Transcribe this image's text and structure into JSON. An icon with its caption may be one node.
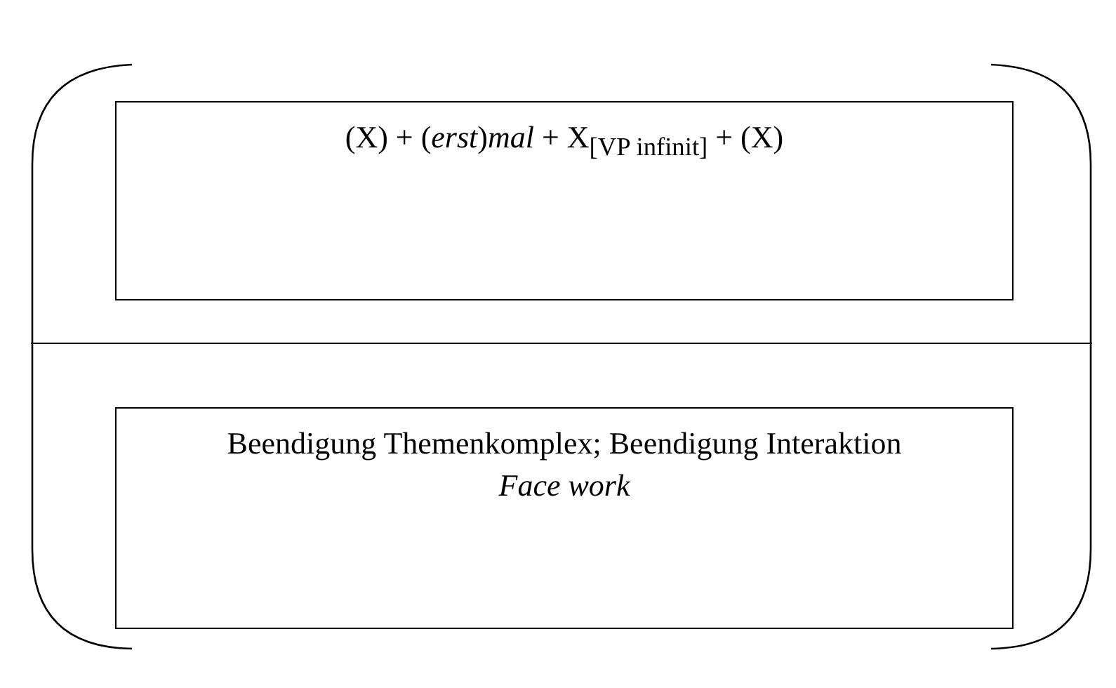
{
  "diagram": {
    "nodes": [
      {
        "text": [],
        "shape": "box"
      },
      {
        "text": [
          "(X) + (*erst*)*mal* + X$_{[VP infinit]}$ + (X)"
        ],
        "in": 0
      },
      {
        "text": [
          "Beendigung Themenkomplex; Beendigung Interaktion",
          "Face work"
        ],
        "in": 0
      }
    ],
    "edges": []
  }
}
